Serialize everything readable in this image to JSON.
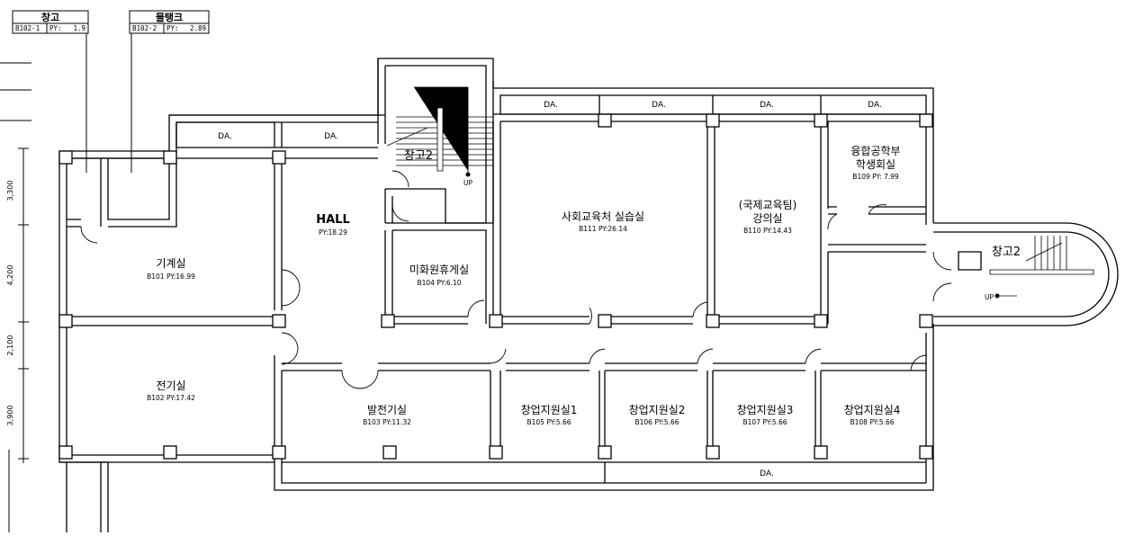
{
  "legend_tags": [
    {
      "title": "창고",
      "code": "B102-1",
      "py_label": "PY:",
      "py": "1.9"
    },
    {
      "title": "물탱크",
      "code": "B102-2",
      "py_label": "PY:",
      "py": "2.89"
    }
  ],
  "dimensions": [
    "3,300",
    "4,200",
    "2,100",
    "3,900"
  ],
  "rooms": {
    "hall": {
      "name": "HALL",
      "info": "PY:18.29"
    },
    "r101": {
      "name": "기계실",
      "info": "B101   PY:16.99"
    },
    "r102": {
      "name": "전기실",
      "info": "B102  PY:17.42"
    },
    "r103": {
      "name": "발전기실",
      "info": "B103   PY:11.32"
    },
    "r104": {
      "name": "미화원휴게실",
      "info": "B104    PY:6.10"
    },
    "r105": {
      "name": "창업지원실1",
      "info": "B105   PY:5.66"
    },
    "r106": {
      "name": "창업지원실2",
      "info": "B106   PY:5.66"
    },
    "r107": {
      "name": "창업지원실3",
      "info": "B107   PY:5.66"
    },
    "r108": {
      "name": "창업지원실4",
      "info": "B108   PY:5.66"
    },
    "r109": {
      "name1": "융합공학부",
      "name2": "학생회실",
      "info": "B109   PY: 7.99"
    },
    "r110": {
      "name1": "(국제교육팀)",
      "name2": "강의실",
      "info": "B110         PY:14.43"
    },
    "r111": {
      "name": "사회교육처 실습실",
      "info": "B111  PY:26.14"
    }
  },
  "stairs": [
    {
      "label": "창고2",
      "up": "UP"
    },
    {
      "label": "창고2",
      "up": "UP"
    }
  ],
  "da_label": "DA."
}
